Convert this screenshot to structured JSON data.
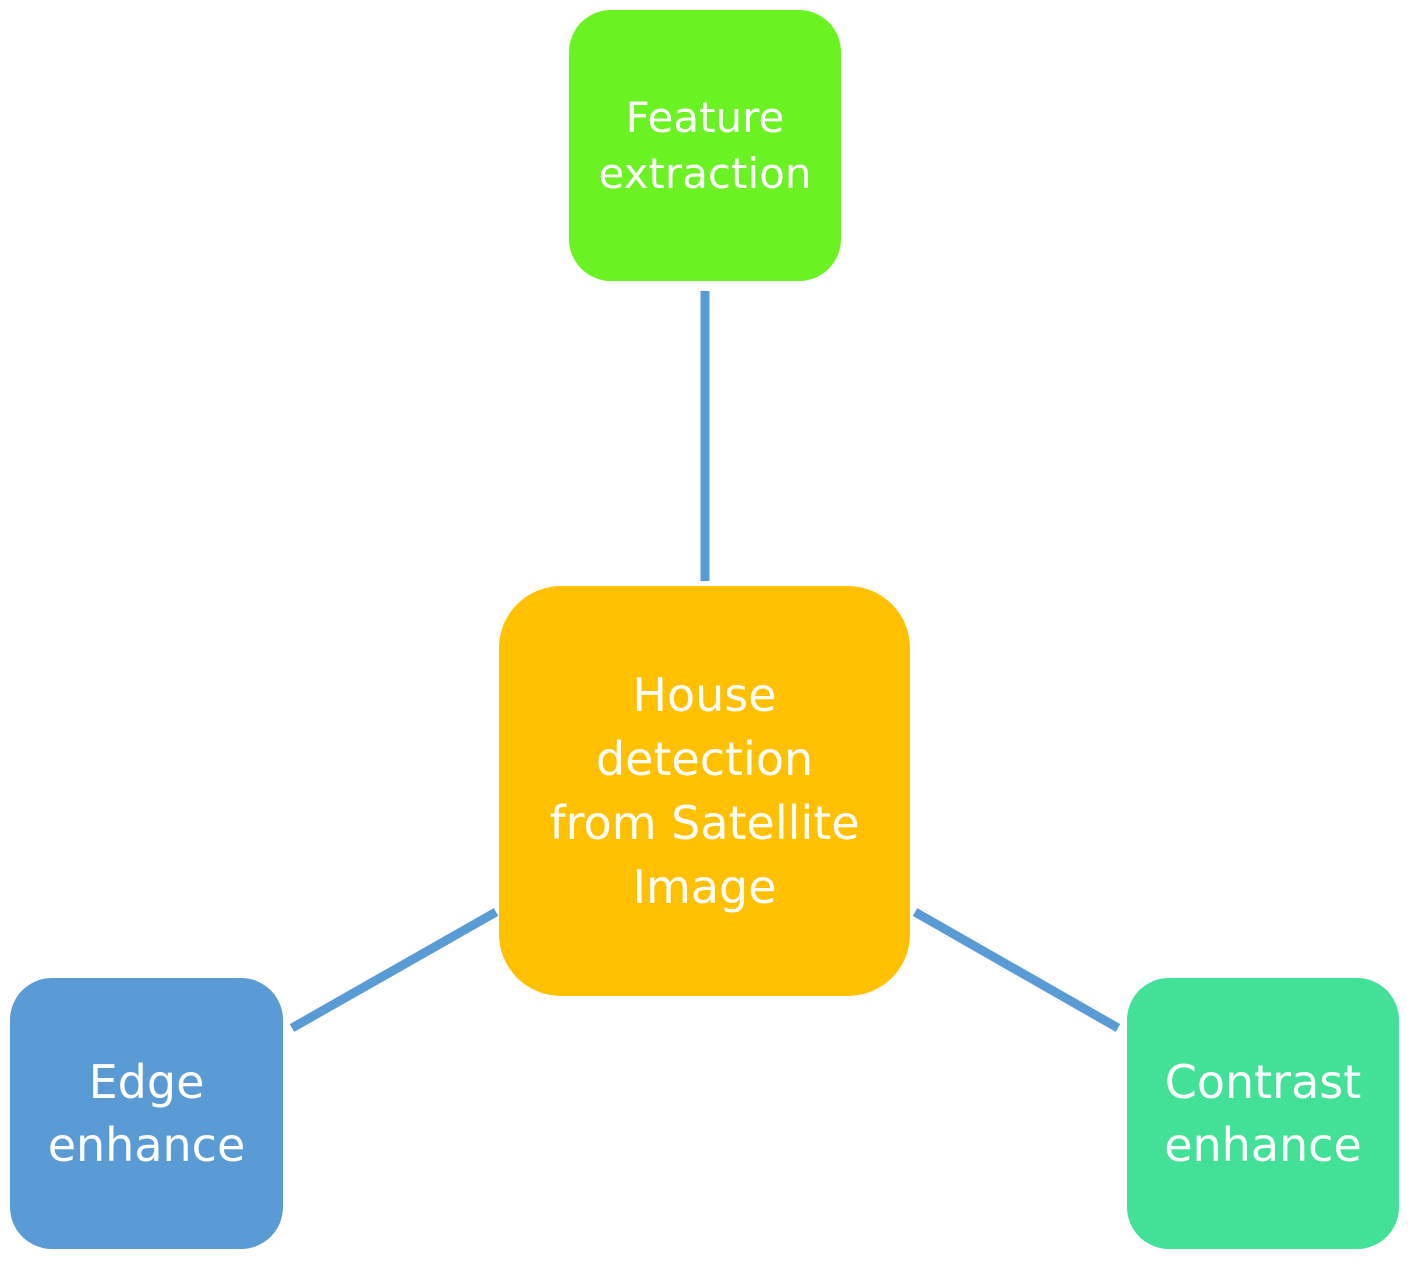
{
  "diagram": {
    "center": {
      "label": "House detection from Satellite Image",
      "color": "#FFC000"
    },
    "nodes": {
      "feature_extraction": {
        "label": "Feature extraction",
        "color": "#6BF223"
      },
      "edge_enhance": {
        "label": "Edge enhance",
        "color": "#5B9BD5"
      },
      "contrast_enhance": {
        "label": "Contrast enhance",
        "color": "#43E197"
      }
    },
    "connector_color": "#5B9BD5",
    "edges": [
      {
        "from": "center",
        "to": "feature_extraction"
      },
      {
        "from": "center",
        "to": "edge_enhance"
      },
      {
        "from": "center",
        "to": "contrast_enhance"
      }
    ]
  }
}
